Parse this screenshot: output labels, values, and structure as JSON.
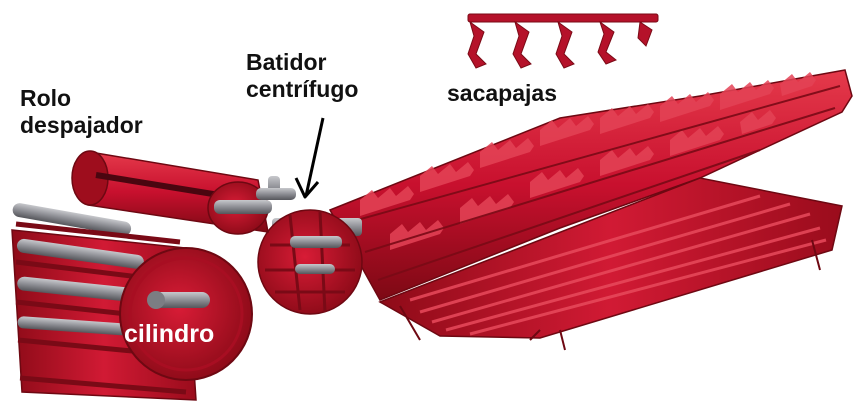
{
  "labels": {
    "rolo_despajador": [
      "Rolo",
      "despajador"
    ],
    "batidor_centrifugo": [
      "Batidor",
      "centrífugo"
    ],
    "sacapajas": "sacapajas",
    "cilindro": "cilindro"
  },
  "colors": {
    "machine_red": "#c8102e",
    "machine_dark_red": "#7a0a16",
    "machine_light_red": "#e03a4a",
    "steel": "#8f9096",
    "background": "#ffffff",
    "label_dark": "#111111",
    "label_light": "#ffffff"
  }
}
